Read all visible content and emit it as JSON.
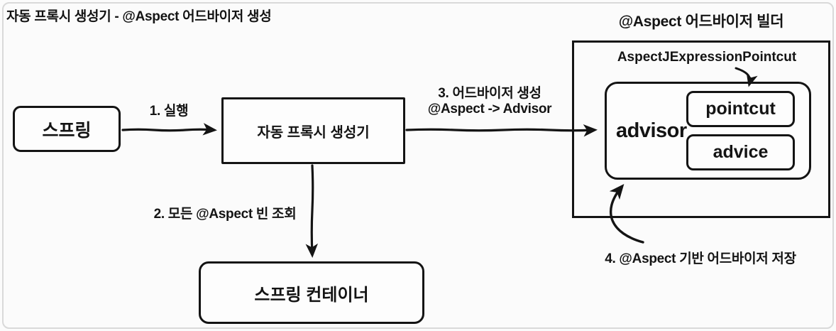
{
  "title": "자동 프록시 생성기 - @Aspect 어드바이저 생성",
  "builder": {
    "title": "@Aspect 어드바이저 빌더",
    "pointcut_class": "AspectJExpressionPointcut",
    "advisor_label": "advisor",
    "pointcut_label": "pointcut",
    "advice_label": "advice"
  },
  "nodes": {
    "spring": "스프링",
    "auto_proxy_creator": "자동 프록시 생성기",
    "spring_container": "스프링 컨테이너"
  },
  "steps": {
    "step1": "1. 실행",
    "step2": "2. 모든 @Aspect 빈 조회",
    "step3_line1": "3. 어드바이저 생성",
    "step3_line2": "@Aspect -> Advisor",
    "step4": "4. @Aspect 기반 어드바이저 저장"
  },
  "colors": {
    "stroke": "#141414",
    "canvas_background": "#fbfbfb",
    "frame_border": "#d9d9d9",
    "box_fill": "#fdfdfd"
  }
}
